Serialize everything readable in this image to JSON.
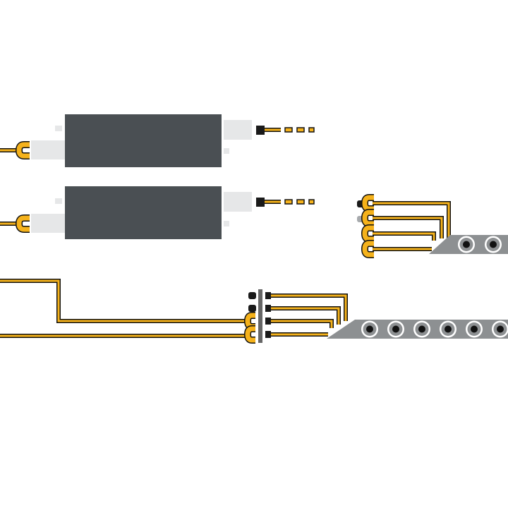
{
  "colors": {
    "background": "#ffffff",
    "module_body": "#4a4f53",
    "module_tab": "#e6e7e8",
    "module_nub": "#e6e7e8",
    "wire_core": "#f5b21b",
    "wire_outline": "#111111",
    "strip_body": "#8d9092",
    "led_ring": "#ffffff",
    "led_center": "#111111",
    "connector_bar": "#666666",
    "pin_gray": "#a7aaad",
    "pin_dark": "#1a1a1a"
  },
  "icons": {
    "power_module": "power-supply-module-icon",
    "plug_connector": "u-plug-connector-icon",
    "led_strip": "led-strip-icon",
    "multi_pin_connector": "four-pin-connector-icon",
    "dashed_lead": "dashed-cable-lead-icon"
  },
  "diagram": {
    "modules": [
      {
        "id": "module-1"
      },
      {
        "id": "module-2"
      }
    ],
    "strips": [
      {
        "id": "strip-small",
        "led_count": 2
      },
      {
        "id": "strip-large",
        "led_count": 6
      }
    ],
    "connectors": [
      {
        "id": "small-strip-connector",
        "pins": 4
      },
      {
        "id": "large-strip-connector",
        "pins": 4
      }
    ]
  }
}
